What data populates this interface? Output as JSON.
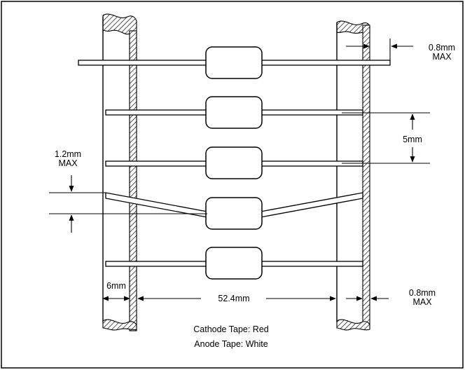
{
  "dimensions": {
    "lead_protrusion": [
      "0.8mm",
      "MAX"
    ],
    "pitch": "5mm",
    "lead_offset": [
      "1.2mm",
      "MAX"
    ],
    "tape_edge": "6mm",
    "tape_spacing": "52.4mm",
    "tape_width": [
      "0.8mm",
      "MAX"
    ]
  },
  "notes": {
    "cathode": "Cathode Tape: Red",
    "anode": "Anode Tape: White"
  }
}
